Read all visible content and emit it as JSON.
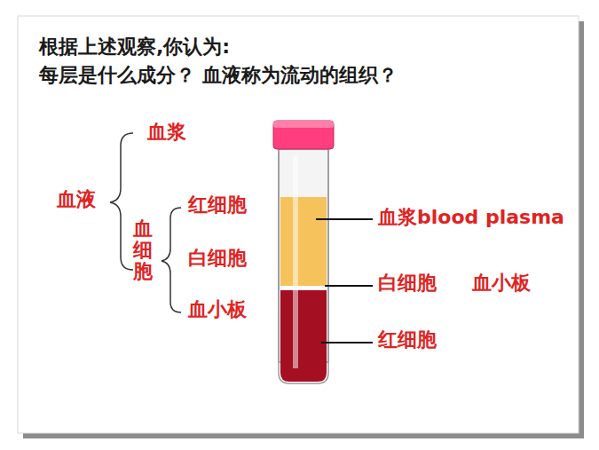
{
  "diagram": {
    "title": "根据上述观察,你认为:",
    "labels": [
      "每层是什么成分？ 血液称为流动的组织？",
      "血浆",
      "血液",
      "血细胞",
      "红细胞",
      "白细胞",
      "血小板",
      "血浆blood plasma",
      "白细胞",
      "血小板",
      "红细胞"
    ]
  }
}
